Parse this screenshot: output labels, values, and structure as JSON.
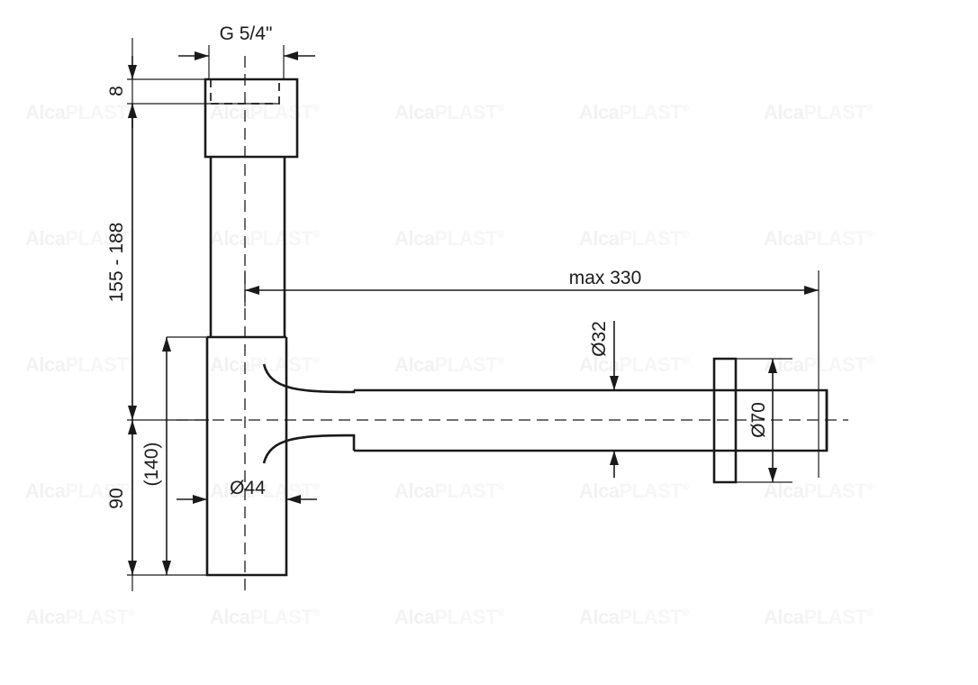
{
  "document": {
    "type": "technical-drawing",
    "subject": "bottle trap / siphon dimensional drawing",
    "background_color": "#ffffff",
    "line_color": "#1a1a1a",
    "watermark_color": "#f4f4f4"
  },
  "watermark": {
    "text_primary": "Alca",
    "text_secondary": "PLAST",
    "registered_mark": "®",
    "full_text": "AlcaPLAST®",
    "columns": 5,
    "rows": 5
  },
  "dimensions": {
    "thread": {
      "label": "G 5/4\"",
      "orientation": "horizontal",
      "position": "top"
    },
    "gasket_height": {
      "label": "8",
      "orientation": "vertical",
      "position": "upper-left"
    },
    "inlet_range": {
      "label": "155 - 188",
      "orientation": "vertical",
      "position": "left"
    },
    "outlet_height": {
      "label": "90",
      "orientation": "vertical",
      "position": "lower-left"
    },
    "total_height": {
      "label": "(140)",
      "orientation": "vertical",
      "position": "lower-left-inner"
    },
    "body_diameter": {
      "label": "Ø44",
      "orientation": "horizontal",
      "position": "bottom-body"
    },
    "reach": {
      "label": "max 330",
      "orientation": "horizontal",
      "position": "right"
    },
    "outlet_pipe_diameter": {
      "label": "Ø32",
      "orientation": "vertical",
      "position": "center-right"
    },
    "escutcheon_diameter": {
      "label": "Ø70",
      "orientation": "vertical",
      "position": "far-right"
    }
  },
  "parts": [
    {
      "name": "top-cap",
      "note": "square cap with internal dashed thread line"
    },
    {
      "name": "vertical-inlet-tube",
      "note": "narrow tube below cap"
    },
    {
      "name": "trap-body",
      "note": "wider cylindrical body"
    },
    {
      "name": "horizontal-outlet-pipe",
      "note": "pipe extending right"
    },
    {
      "name": "wall-escutcheon",
      "note": "flange collar near pipe end"
    }
  ]
}
